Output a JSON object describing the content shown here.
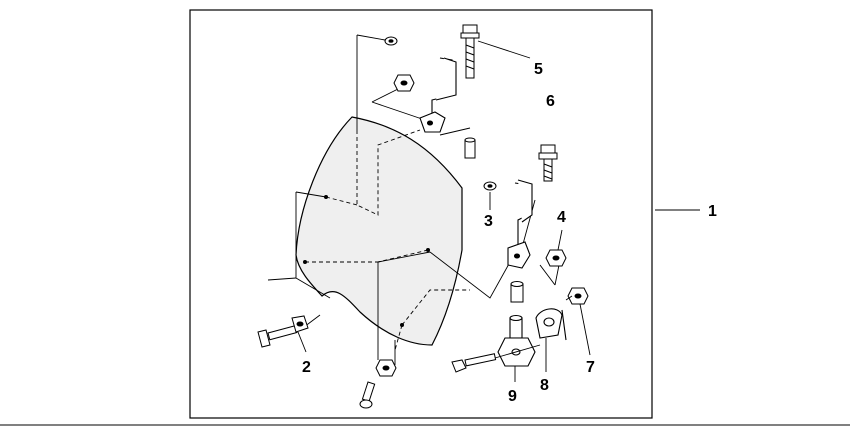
{
  "diagram": {
    "callouts": {
      "c1": "1",
      "c2": "2",
      "c3": "3",
      "c4": "4",
      "c5": "5",
      "c6": "6",
      "c7": "7",
      "c8": "8",
      "c9": "9"
    },
    "line_color": "#000000",
    "panel_fill": "#eeeeee"
  }
}
